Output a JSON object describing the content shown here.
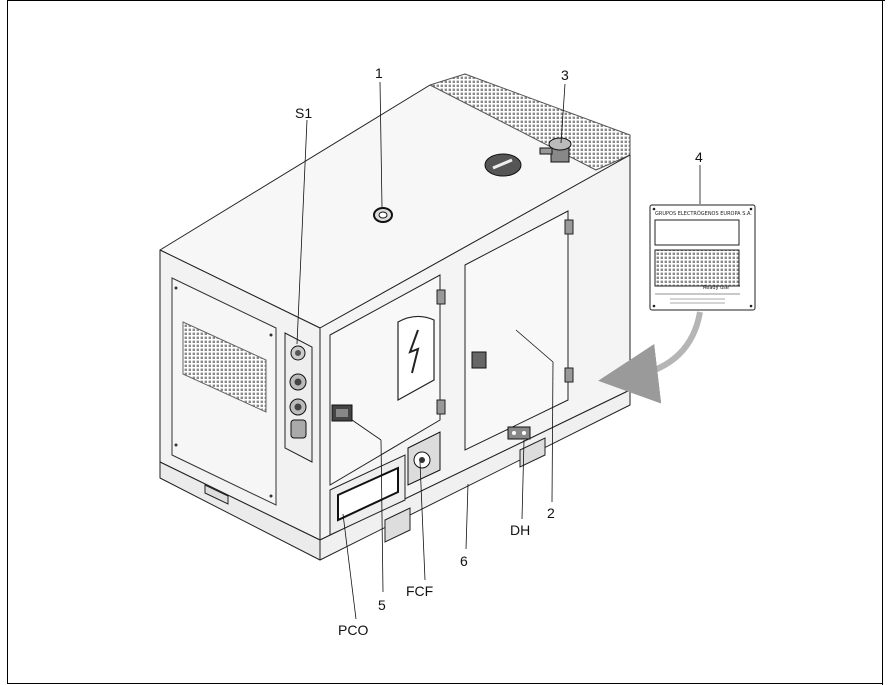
{
  "figure": {
    "callouts": {
      "roof_eye": "1",
      "fuel_cap": "3",
      "id_plate": "4",
      "door": "2",
      "grid": "5",
      "base": "6",
      "sockets": "S1",
      "drain": "DH",
      "filter": "FCF",
      "panel": "PCO"
    },
    "plate": {
      "header": "GRUPOS ELECTRÓGENOS EUROPA S.A.",
      "status": "Ready use"
    }
  }
}
